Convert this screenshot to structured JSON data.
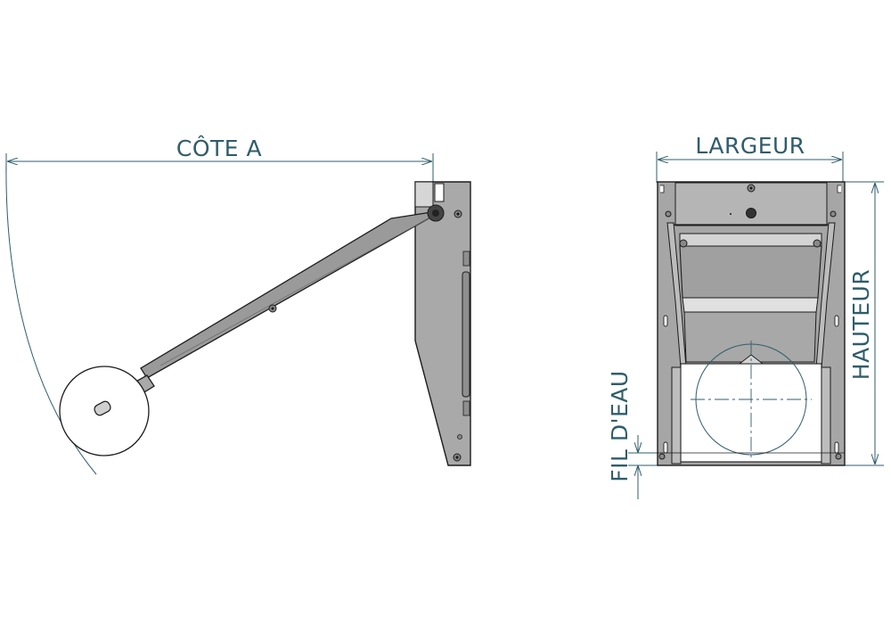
{
  "labels": {
    "cote_a": "CÔTE A",
    "largeur": "LARGEUR",
    "hauteur": "HAUTEUR",
    "fil_deau": "FIL D'EAU"
  },
  "colors": {
    "dimension": "#2f5d6b",
    "outline": "#1c1c1c",
    "metal": "#a7a7a7",
    "metal_dark": "#7d7d7d",
    "metal_light": "#cfcfcf",
    "background": "#ffffff"
  }
}
